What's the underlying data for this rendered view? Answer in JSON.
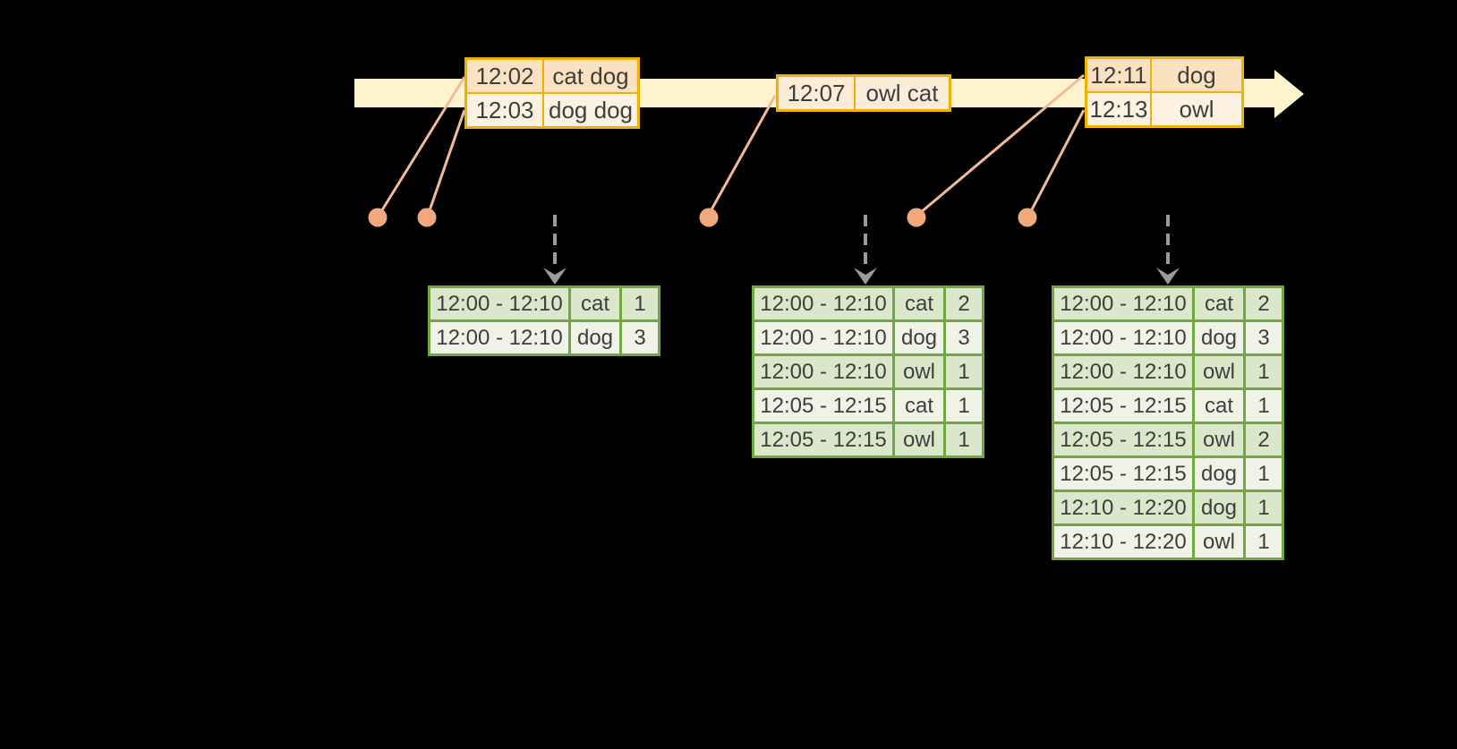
{
  "colors": {
    "background": "#000000",
    "timeline_fill": "#fdf3cd",
    "event_border": "#f0b101",
    "event_row_dark": "#fae2c1",
    "event_row_light": "#fdf2e1",
    "event_single_fill": "#fcecd8",
    "connector_line": "#f2bb96",
    "event_dot": "#f0a87c",
    "trigger_arrow": "#9b9b9b",
    "result_border": "#74a53e",
    "result_row_dark": "#dbe7cb",
    "result_row_light": "#eff3e7",
    "text": "#3e3e3e"
  },
  "icons": {
    "timeline_arrow": "right-arrow",
    "event_marker": "dot",
    "trigger_arrow": "dashed-down-arrow"
  },
  "event_tables": [
    {
      "name": "events-12-02",
      "rows": [
        [
          "12:02",
          "cat dog"
        ],
        [
          "12:03",
          "dog dog"
        ]
      ]
    },
    {
      "name": "events-12-07",
      "rows": [
        [
          "12:07",
          "owl cat"
        ]
      ]
    },
    {
      "name": "events-12-11",
      "rows": [
        [
          "12:11",
          "dog"
        ],
        [
          "12:13",
          "owl"
        ]
      ]
    }
  ],
  "result_tables": [
    {
      "name": "result-table-1",
      "rows": [
        [
          "12:00 - 12:10",
          "cat",
          "1"
        ],
        [
          "12:00 - 12:10",
          "dog",
          "3"
        ]
      ]
    },
    {
      "name": "result-table-2",
      "rows": [
        [
          "12:00 - 12:10",
          "cat",
          "2"
        ],
        [
          "12:00 - 12:10",
          "dog",
          "3"
        ],
        [
          "12:00 - 12:10",
          "owl",
          "1"
        ],
        [
          "12:05 - 12:15",
          "cat",
          "1"
        ],
        [
          "12:05 - 12:15",
          "owl",
          "1"
        ]
      ]
    },
    {
      "name": "result-table-3",
      "rows": [
        [
          "12:00 - 12:10",
          "cat",
          "2"
        ],
        [
          "12:00 - 12:10",
          "dog",
          "3"
        ],
        [
          "12:00 - 12:10",
          "owl",
          "1"
        ],
        [
          "12:05 - 12:15",
          "cat",
          "1"
        ],
        [
          "12:05 - 12:15",
          "owl",
          "2"
        ],
        [
          "12:05 - 12:15",
          "dog",
          "1"
        ],
        [
          "12:10 - 12:20",
          "dog",
          "1"
        ],
        [
          "12:10 - 12:20",
          "owl",
          "1"
        ]
      ]
    }
  ]
}
